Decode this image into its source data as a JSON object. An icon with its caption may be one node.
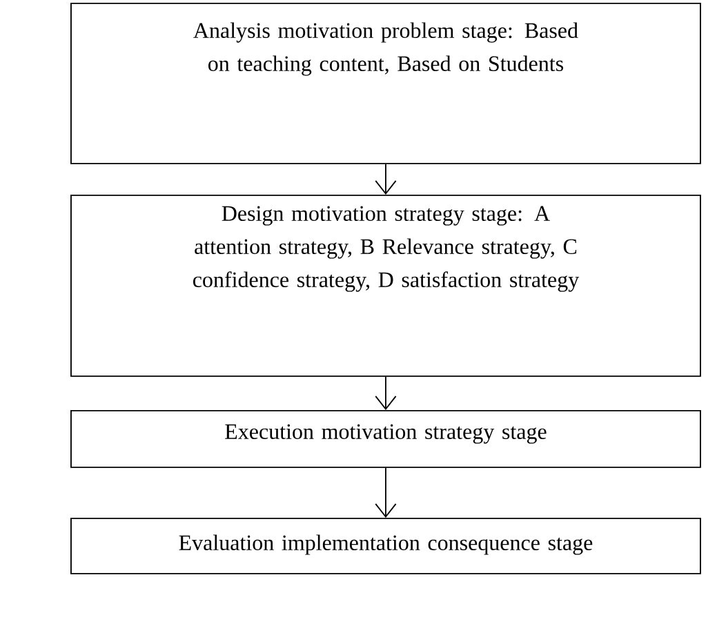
{
  "diagram": {
    "nodes": [
      {
        "text": [
          "Analysis motivation problem stage: Based on teaching content, Based on Students"
        ]
      },
      {
        "text": [
          "Design motivation strategy stage: A attention strategy, B Relevance strategy, C confidence strategy, D satisfaction strategy"
        ]
      },
      {
        "text": [
          "Execution motivation strategy stage"
        ]
      },
      {
        "text": [
          "Evaluation implementation consequence stage"
        ]
      }
    ],
    "edges": [
      {
        "from": 0,
        "to": 1,
        "arrow": "to"
      },
      {
        "from": 1,
        "to": 2,
        "arrow": "to"
      },
      {
        "from": 2,
        "to": 3,
        "arrow": "to"
      }
    ]
  }
}
